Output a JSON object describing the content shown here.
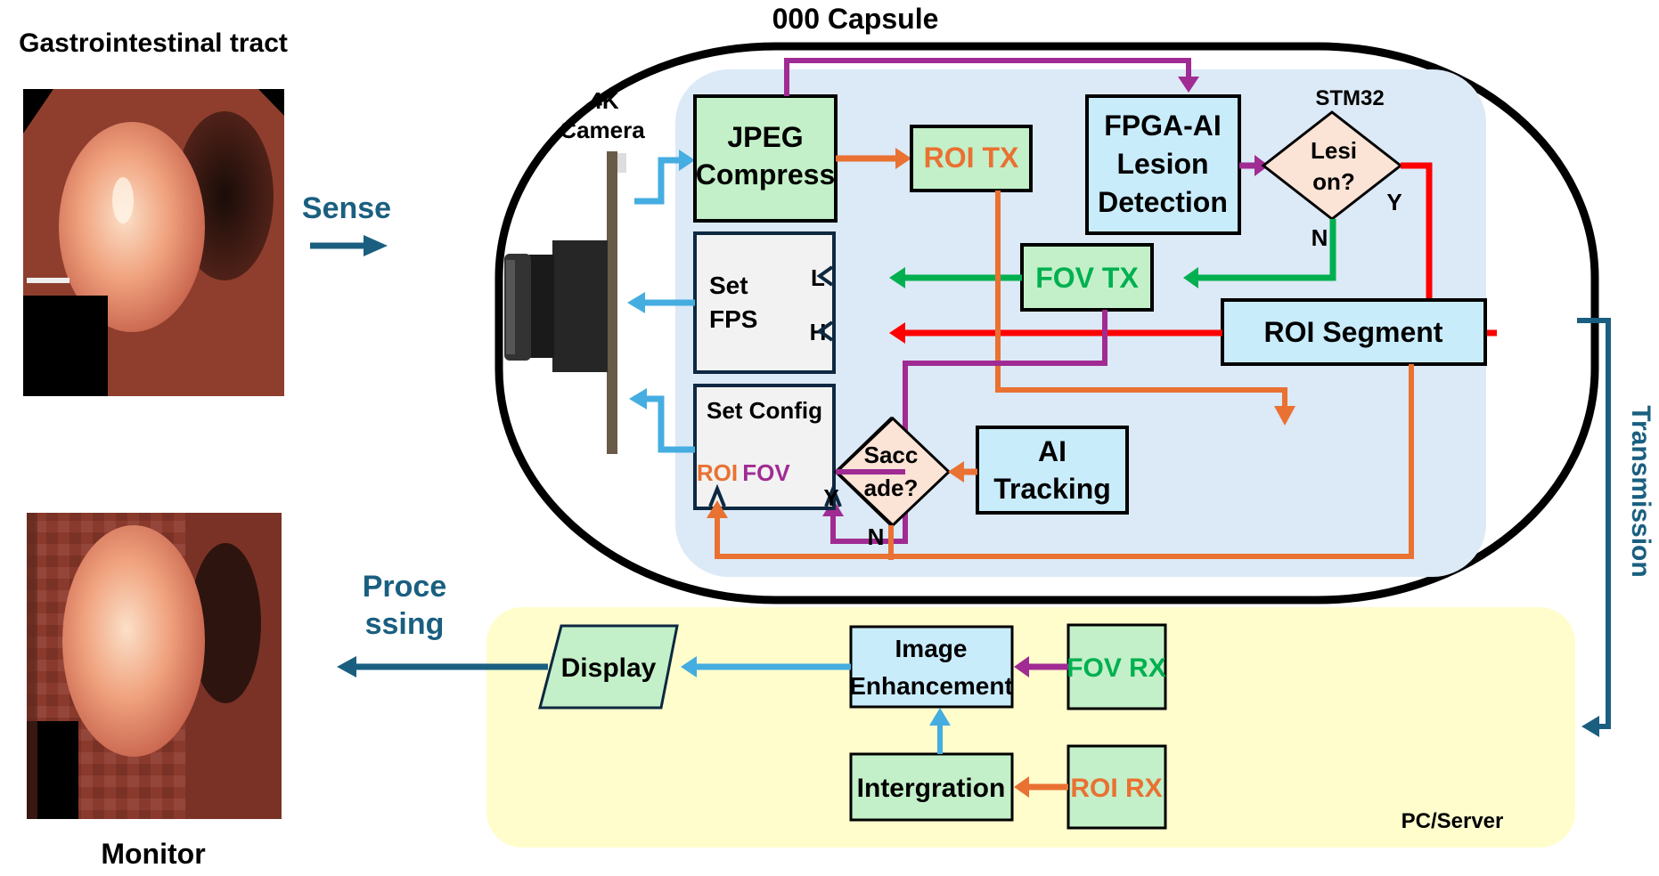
{
  "titles": {
    "gi_tract": "Gastrointestinal tract",
    "capsule": "000 Capsule",
    "monitor": "Monitor",
    "pc_server": "PC/Server"
  },
  "flows": {
    "sense": "Sense",
    "processing_line1": "Proce",
    "processing_line2": "ssing",
    "transmission": "Transmission"
  },
  "camera": {
    "line1": "4K",
    "line2": "Camera"
  },
  "capsule_blocks": {
    "jpeg_line1": "JPEG",
    "jpeg_line2": "Compress",
    "roi_tx": "ROI TX",
    "fpga_line1": "FPGA-AI",
    "fpga_line2": "Lesion",
    "fpga_line3": "Detection",
    "stm32": "STM32",
    "lesion_line1": "Lesi",
    "lesion_line2": "on?",
    "set_fps_line1": "Set",
    "set_fps_line2": "FPS",
    "fps_low": "L",
    "fps_high": "H",
    "fov_tx": "FOV TX",
    "roi_segment": "ROI Segment",
    "set_config": "Set Config",
    "config_roi": "ROI",
    "config_fov": "FOV",
    "saccade_line1": "Sacc",
    "saccade_line2": "ade?",
    "ai_tracking_line1": "AI",
    "ai_tracking_line2": "Tracking",
    "yes": "Y",
    "no": "N"
  },
  "server_blocks": {
    "display": "Display",
    "enhance_line1": "Image",
    "enhance_line2": "Enhancement",
    "fov_rx": "FOV RX",
    "integration": "Intergration",
    "roi_rx": "ROI RX"
  },
  "colors": {
    "green_box": "#c3f0c8",
    "blue_box": "#c9ecfb",
    "gray_box": "#f2f2f2",
    "diamond": "#fbe3d6",
    "capsule_bg": "#dce9f6",
    "server_bg": "#fffdcc",
    "flow_blue": "#1a5f80",
    "light_blue": "#45ade0",
    "orange": "#e97132",
    "purple": "#a02b93",
    "green": "#00b050",
    "red": "#ff0000",
    "navy": "#0e2841"
  }
}
